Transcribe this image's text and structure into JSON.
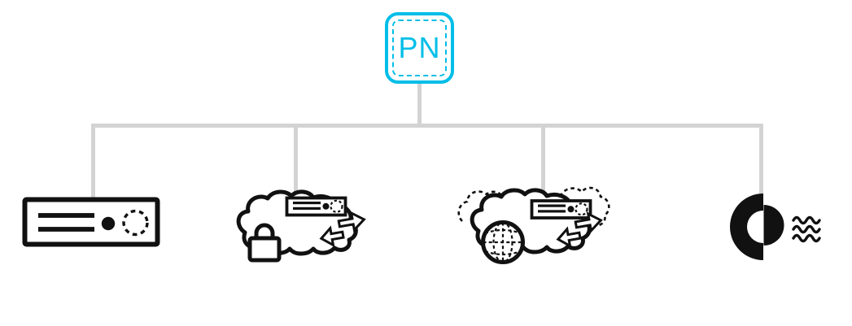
{
  "diagram": {
    "root": {
      "label": "PN"
    },
    "colors": {
      "accent": "#00BEE7",
      "connector": "#D3D3D3",
      "icon": "#111111",
      "background": "#FFFFFF"
    },
    "children": [
      {
        "name": "server-rack"
      },
      {
        "name": "private-cloud-with-lock"
      },
      {
        "name": "hybrid-cloud-with-globe"
      },
      {
        "name": "half-ring-logo-with-waves"
      }
    ]
  }
}
